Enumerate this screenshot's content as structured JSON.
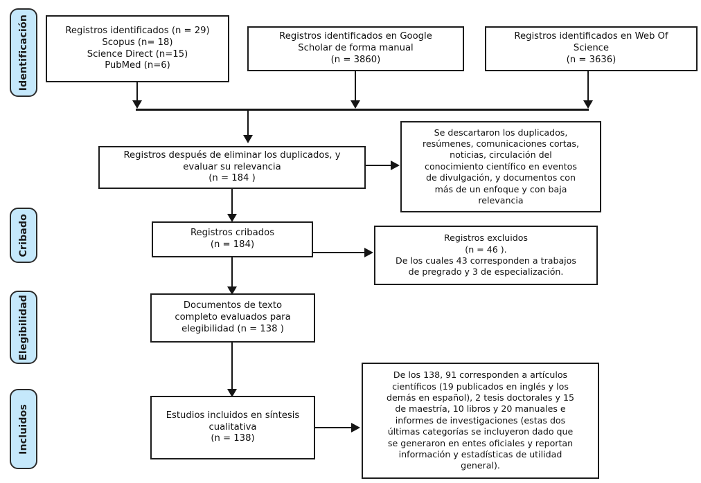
{
  "diagram": {
    "title": "PRISMA flow diagram",
    "language": "es",
    "colors": {
      "stage_pill_fill": "#c5e8fb",
      "stage_pill_border": "#2b2b2b",
      "box_border": "#1c1c1c",
      "box_fill": "#ffffff",
      "connector": "#151515",
      "text": "#111111"
    }
  },
  "stages": [
    {
      "id": "identificacion",
      "label": "Identificación"
    },
    {
      "id": "cribado",
      "label": "Cribado"
    },
    {
      "id": "elegibilidad",
      "label": "Elegibilidad"
    },
    {
      "id": "incluidos",
      "label": "Incluidos"
    }
  ],
  "boxes": {
    "sources_databases": {
      "text": "Registros identificados (n = 29)\nScopus (n= 18)\nScience Direct (n=15)\nPubMed (n=6)"
    },
    "sources_google_scholar": {
      "text": "Registros identificados en Google\nScholar de forma manual\n(n = 3860)"
    },
    "sources_web_of_science": {
      "text": "Registros identificados en Web Of\nScience\n(n = 3636)"
    },
    "after_duplicates": {
      "text": "Registros después de eliminar los duplicados, y\nevaluar su relevancia\n(n = 184  )"
    },
    "discarded_reasons": {
      "text": "Se descartaron los duplicados,\nresúmenes, comunicaciones cortas,\nnoticias, circulación del\nconocimiento científico en eventos\nde divulgación, y  documentos con\nmás de un enfoque y con baja\nrelevancia"
    },
    "screened": {
      "text": "Registros cribados\n(n =   184)"
    },
    "excluded": {
      "text": "Registros excluidos\n(n =  46 ).\nDe los cuales 43 corresponden a trabajos\nde pregrado y 3 de especialización."
    },
    "fulltext_assessed": {
      "text": "Documentos de texto\ncompleto evaluados para\nelegibilidad (n =  138 )"
    },
    "included_synthesis": {
      "text": "Estudios incluidos en síntesis\ncualitativa\n(n = 138)"
    },
    "included_breakdown": {
      "text": "De los 138, 91 corresponden a artículos\ncientíficos (19 publicados en inglés y los\ndemás en español), 2 tesis doctorales y 15\nde maestría, 10 libros y 20 manuales e\ninformes de investigaciones (estas dos\núltimas categorías se incluyeron dado que\nse generaron en entes oficiales y reportan\ninformación y estadísticas de utilidad\ngeneral)."
    }
  },
  "counts": {
    "identified_databases_total": 29,
    "scopus": 18,
    "science_direct": 15,
    "pubmed": 6,
    "google_scholar": 3860,
    "web_of_science": 3636,
    "after_duplicates": 184,
    "screened": 184,
    "excluded": 46,
    "excluded_pregrado": 43,
    "excluded_especializacion": 3,
    "fulltext_assessed": 138,
    "included": 138,
    "included_articles": 91,
    "included_articles_english": 19,
    "included_doctoral_theses": 2,
    "included_master_theses": 15,
    "included_books": 10,
    "included_manuals_reports": 20
  }
}
